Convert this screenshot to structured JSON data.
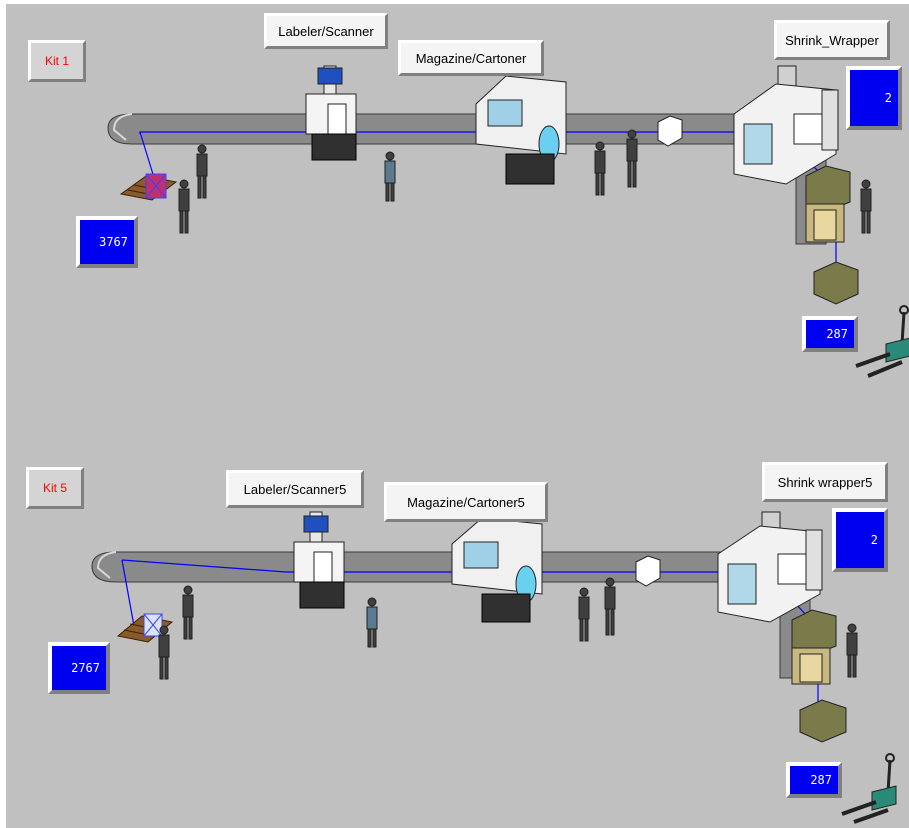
{
  "lines": [
    {
      "kit_label": "Kit 1",
      "labeler_label": "Labeler/Scanner",
      "cartoner_label": "Magazine/Cartoner",
      "wrapper_label": "Shrink_Wrapper",
      "input_count": "3767",
      "wrapper_count": "2",
      "output_count": "287"
    },
    {
      "kit_label": "Kit 5",
      "labeler_label": "Labeler/Scanner5",
      "cartoner_label": "Magazine/Cartoner5",
      "wrapper_label": "Shrink wrapper5",
      "input_count": "2767",
      "wrapper_count": "2",
      "output_count": "287"
    }
  ],
  "colors": {
    "background": "#c0c0c0",
    "conveyor": "#8a8a8a",
    "counter_bg": "#0000f0",
    "flow_line": "#0000ff",
    "kit_text": "#ff0000",
    "box": "#7a7a4a",
    "pallet": "#8a5a2a",
    "pallet_jack": "#2a8a7a"
  }
}
